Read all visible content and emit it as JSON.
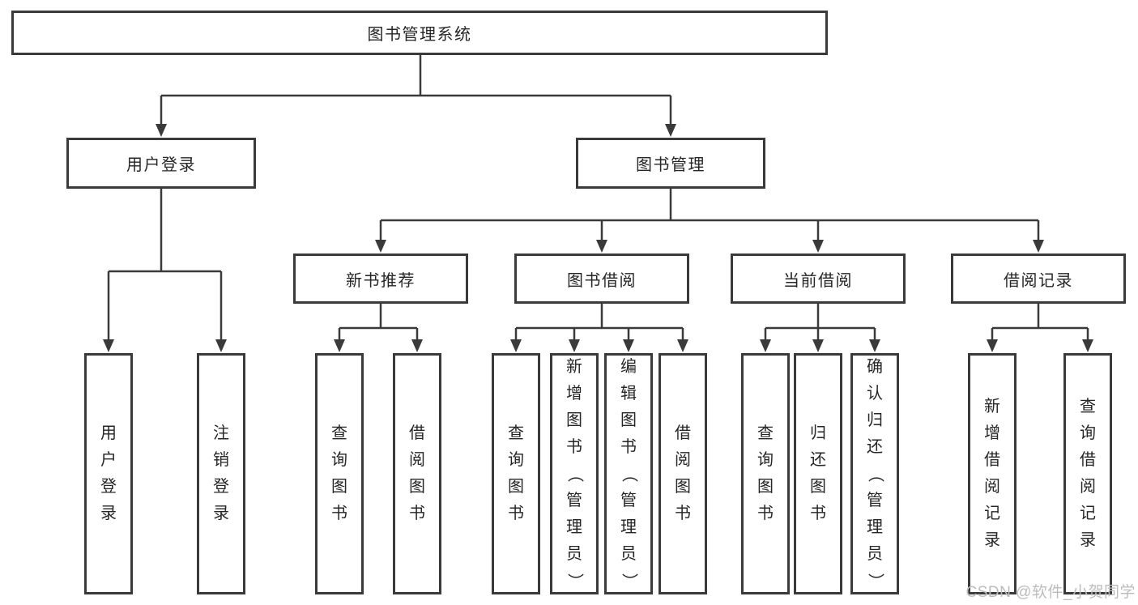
{
  "watermark": "CSDN @软件_小贺同学",
  "colors": {
    "line": "#3a3a3a",
    "box_border": "#3a3a3a",
    "box_background": "#ffffff",
    "text": "#262626",
    "watermark": "#bcbcbc"
  },
  "nodes": {
    "root": {
      "label": "图书管理系统"
    },
    "user_login": {
      "label": "用户登录"
    },
    "book_mgmt": {
      "label": "图书管理"
    },
    "new_book_rec": {
      "label": "新书推荐"
    },
    "book_borrow": {
      "label": "图书借阅"
    },
    "current_borrow": {
      "label": "当前借阅"
    },
    "borrow_records": {
      "label": "借阅记录"
    },
    "leaf_user_login": {
      "label": "用户登录"
    },
    "leaf_logout": {
      "label": "注销登录"
    },
    "leaf_query_book_1": {
      "label": "查询图书"
    },
    "leaf_borrow_book_1": {
      "label": "借阅图书"
    },
    "leaf_query_book_2": {
      "label": "查询图书"
    },
    "leaf_add_book": {
      "label": "新增图书（管理员）"
    },
    "leaf_edit_book": {
      "label": "编辑图书（管理员）"
    },
    "leaf_borrow_book_2": {
      "label": "借阅图书"
    },
    "leaf_query_book_3": {
      "label": "查询图书"
    },
    "leaf_return_book": {
      "label": "归还图书"
    },
    "leaf_confirm_return": {
      "label": "确认归还（管理员）"
    },
    "leaf_add_record": {
      "label": "新增借阅记录"
    },
    "leaf_query_record": {
      "label": "查询借阅记录"
    }
  }
}
